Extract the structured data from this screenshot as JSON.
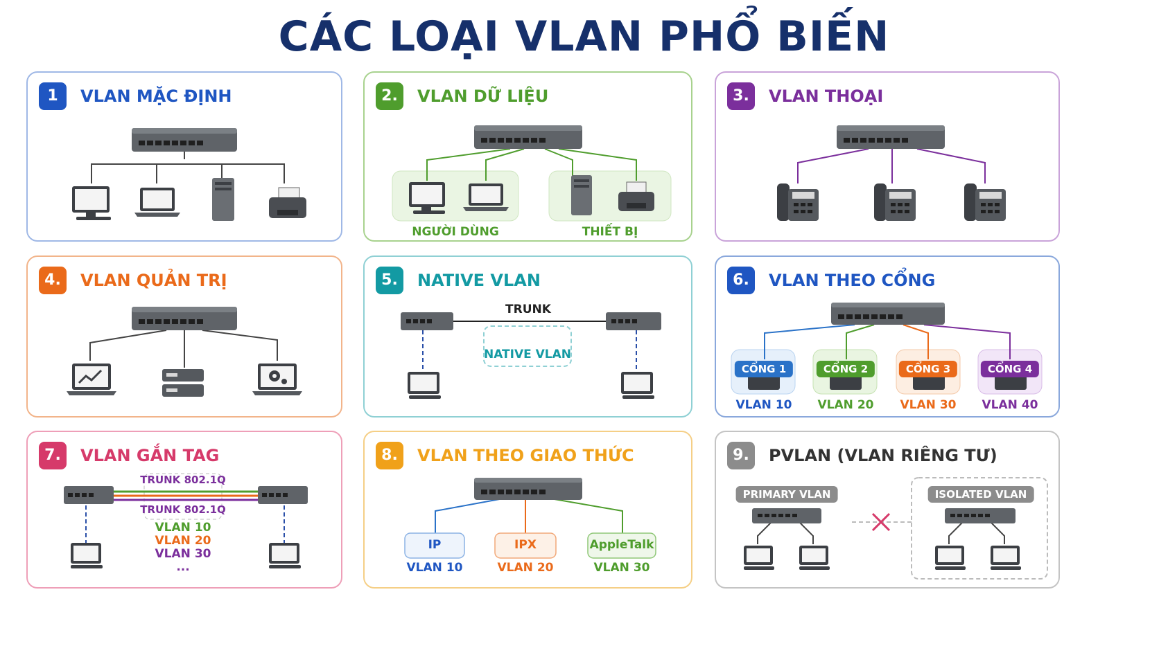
{
  "title": "CÁC LOẠI VLAN PHỔ BIẾN",
  "panels": [
    {
      "num": "1",
      "title": "VLAN MẶC ĐỊNH",
      "color": "#1f56c2",
      "border": "#9fb8e6"
    },
    {
      "num": "2.",
      "title": "VLAN DỮ LIỆU",
      "color": "#4f9d2d",
      "border": "#a8d28e",
      "groups": [
        "NGƯỜI DÙNG",
        "THIẾT BỊ"
      ]
    },
    {
      "num": "3.",
      "title": "VLAN THOẠI",
      "color": "#7b2f9c",
      "border": "#c9a3d9"
    },
    {
      "num": "4.",
      "title": "VLAN QUẢN TRỊ",
      "color": "#ea6a1a",
      "border": "#f2b48a"
    },
    {
      "num": "5.",
      "title": "NATIVE VLAN",
      "color": "#139aa3",
      "border": "#8fd0d4",
      "trunk": "TRUNK",
      "native": "NATIVE VLAN"
    },
    {
      "num": "6.",
      "title": "VLAN THEO CỔNG",
      "color": "#1f56c2",
      "border": "#8aa8dc",
      "ports": [
        {
          "port": "CỔNG 1",
          "vlan": "VLAN 10",
          "color": "#2a72c8",
          "bg": "#e6f0fb"
        },
        {
          "port": "CỔNG 2",
          "vlan": "VLAN 20",
          "color": "#4f9d2d",
          "bg": "#e9f5e1"
        },
        {
          "port": "CỔNG 3",
          "vlan": "VLAN 30",
          "color": "#ea6a1a",
          "bg": "#fdeee2"
        },
        {
          "port": "CỔNG 4",
          "vlan": "VLAN 40",
          "color": "#7b2f9c",
          "bg": "#f2e6f8"
        }
      ]
    },
    {
      "num": "7.",
      "title": "VLAN GẮN TAG",
      "color": "#d63a6a",
      "border": "#ee9fb8",
      "trunks": [
        "TRUNK 802.1Q",
        "TRUNK 802.1Q"
      ],
      "vlans": [
        {
          "label": "VLAN 10",
          "color": "#4f9d2d"
        },
        {
          "label": "VLAN 20",
          "color": "#ea6a1a"
        },
        {
          "label": "VLAN 30",
          "color": "#7b2f9c"
        }
      ],
      "more": "..."
    },
    {
      "num": "8.",
      "title": "VLAN THEO GIAO THỨC",
      "color": "#f0a11a",
      "border": "#f5cf86",
      "protocols": [
        {
          "name": "IP",
          "vlan": "VLAN 10",
          "color": "#2a72c8"
        },
        {
          "name": "IPX",
          "vlan": "VLAN 20",
          "color": "#ea6a1a"
        },
        {
          "name": "AppleTalk",
          "vlan": "VLAN 30",
          "color": "#4f9d2d"
        }
      ]
    },
    {
      "num": "9.",
      "title": "PVLAN (VLAN RIÊNG TƯ)",
      "color": "#8c8c8c",
      "border": "#c4c4c4",
      "primary": "PRIMARY VLAN",
      "isolated": "ISOLATED VLAN"
    }
  ]
}
